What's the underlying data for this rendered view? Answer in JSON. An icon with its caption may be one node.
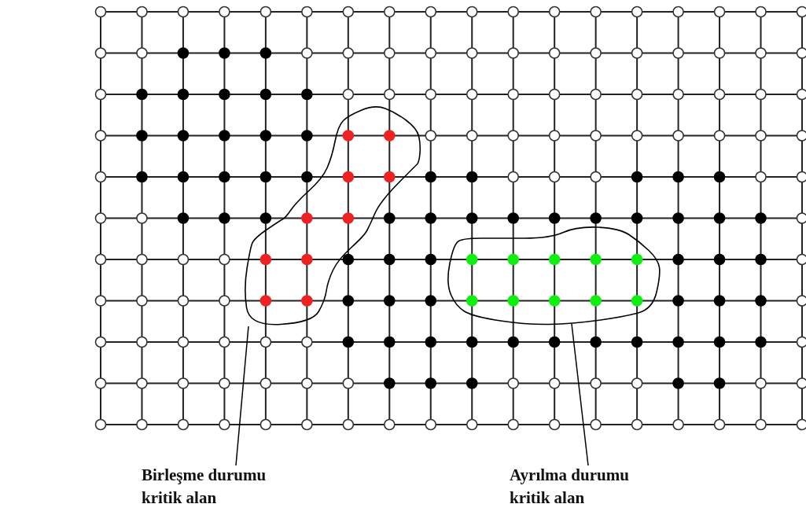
{
  "diagram": {
    "nodes": [
      {
        "text": [],
        "shape": "cloud"
      },
      {
        "text": [],
        "shape": "cloud"
      },
      {
        "text": [
          "Birleşme durumu kritik alan"
        ]
      },
      {
        "text": [
          "Ayrılma durumu kritik alan"
        ]
      }
    ],
    "edges": [
      {
        "from": 2,
        "to": 0,
        "arrow": "none"
      },
      {
        "from": 3,
        "to": 1,
        "arrow": "none"
      }
    ]
  }
}
